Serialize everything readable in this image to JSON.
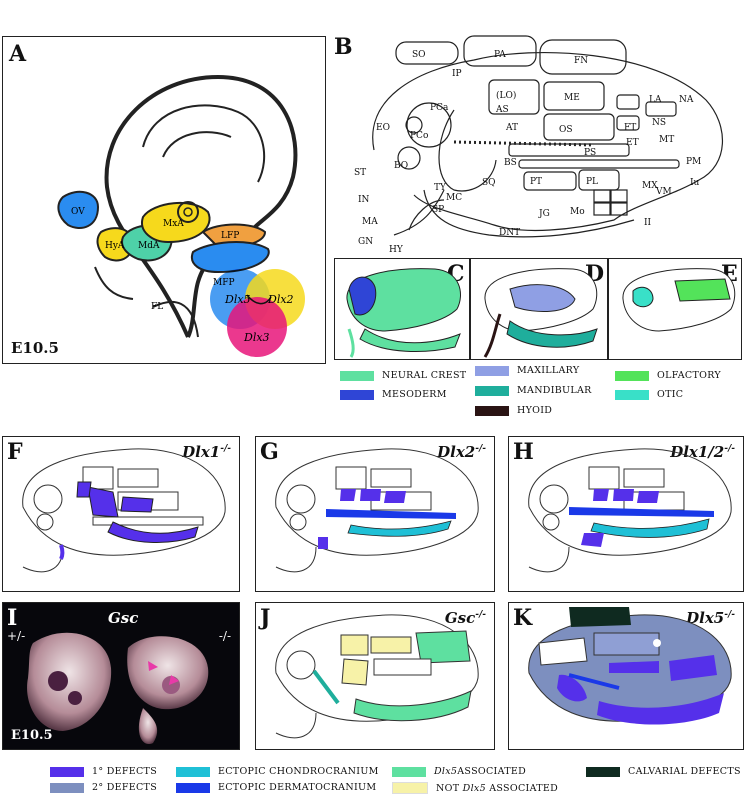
{
  "panels": {
    "A": {
      "label": "A",
      "stage": "E10.5",
      "regions": [
        "OV",
        "HyA",
        "MdA",
        "MxA",
        "LFP",
        "MFP",
        "FL"
      ],
      "venn": [
        "Dlx5",
        "Dlx2",
        "Dlx3"
      ]
    },
    "B": {
      "label": "B",
      "structures": [
        "SO",
        "PA",
        "FN",
        "IP",
        "EO",
        "PCa",
        "(LO)",
        "AS",
        "ME",
        "LA",
        "NA",
        "AT",
        "OS",
        "NS",
        "FT",
        "ET",
        "MT",
        "PCo",
        "PS",
        "PM",
        "BO",
        "BS",
        "PT",
        "PL",
        "ST",
        "MX",
        "Iu",
        "VM",
        "SQ",
        "TY",
        "IN",
        "MC",
        "JG",
        "Mo",
        "MA",
        "SP",
        "DNT",
        "II",
        "GN",
        "HY"
      ]
    },
    "C": {
      "label": "C"
    },
    "D": {
      "label": "D"
    },
    "E": {
      "label": "E"
    },
    "F": {
      "label": "F",
      "title": "Dlx1",
      "sup": "-/-"
    },
    "G": {
      "label": "G",
      "title": "Dlx2",
      "sup": "-/-"
    },
    "H": {
      "label": "H",
      "title": "Dlx1/2",
      "sup": "-/-"
    },
    "I": {
      "label": "I",
      "title": "Gsc",
      "het": "+/-",
      "hom": "-/-",
      "stage": "E10.5"
    },
    "J": {
      "label": "J",
      "title": "Gsc",
      "sup": "-/-"
    },
    "K": {
      "label": "K",
      "title": "Dlx5",
      "sup": "-/-"
    }
  },
  "legend_top": [
    {
      "label": "NEURAL CREST",
      "color": "#5ee0a0"
    },
    {
      "label": "MESODERM",
      "color": "#2f45d6"
    },
    {
      "label": "MAXILLARY",
      "color": "#8f9fe4"
    },
    {
      "label": "MANDIBULAR",
      "color": "#1fae9c"
    },
    {
      "label": "HYOID",
      "color": "#2a1414"
    },
    {
      "label": "OLFACTORY",
      "color": "#53e35a"
    },
    {
      "label": "OTIC",
      "color": "#39e0c8"
    }
  ],
  "legend_bottom": [
    {
      "label": "1° DEFECTS",
      "color": "#5530ea"
    },
    {
      "label": "2° DEFECTS",
      "color": "#7d8fbf"
    },
    {
      "label": "ECTOPIC CHONDROCRANIUM",
      "color": "#1fc0d6"
    },
    {
      "label": "ECTOPIC DERMATOCRANIUM",
      "color": "#1a39e8"
    },
    {
      "label": "Dlx5",
      "label_suffix": " ASSOCIATED",
      "color": "#5ee0a0"
    },
    {
      "label": "NOT ",
      "label_italic": "Dlx5",
      "label_suffix": " ASSOCIATED",
      "color": "#f7f2a8"
    },
    {
      "label": "CALVARIAL DEFECTS",
      "color": "#0f2a20"
    }
  ],
  "colors": {
    "dlx5": "#2a8cf0",
    "dlx2": "#f6d91c",
    "dlx3": "#e8157a",
    "outline": "#222222"
  }
}
